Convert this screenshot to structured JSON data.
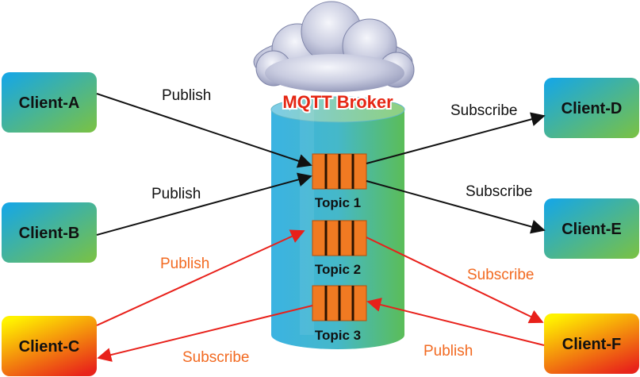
{
  "broker": {
    "title": "MQTT Broker",
    "topics": [
      "Topic 1",
      "Topic 2",
      "Topic 3"
    ]
  },
  "clients": {
    "a": "Client-A",
    "b": "Client-B",
    "c": "Client-C",
    "d": "Client-D",
    "e": "Client-E",
    "f": "Client-F"
  },
  "edges": {
    "a_publish": "Publish",
    "b_publish": "Publish",
    "c_publish": "Publish",
    "d_subscribe": "Subscribe",
    "e_subscribe": "Subscribe",
    "f_subscribe": "Subscribe",
    "c_subscribe": "Subscribe",
    "f_publish": "Publish"
  },
  "colors": {
    "blue_client": "#1ab0e6",
    "green_client": "#6cc04a",
    "yellow_client": "#fff000",
    "red_client": "#e62515",
    "topic_orange": "#f07a22",
    "arrow_black": "#111111",
    "arrow_red": "#e8201a",
    "label_orange": "#f26a21"
  }
}
